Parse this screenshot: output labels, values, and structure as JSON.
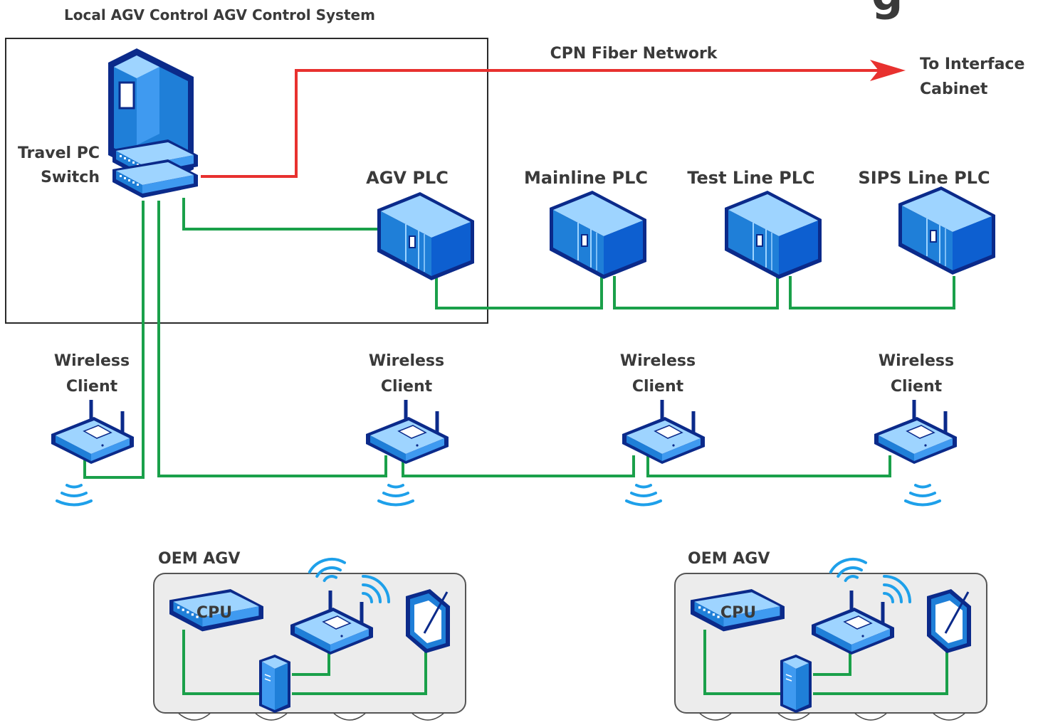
{
  "header": {
    "title": "Local AGV Control AGV Control System",
    "corner_fragment": "g"
  },
  "network": {
    "fiber_label": "CPN Fiber Network",
    "destination_line1": "To Interface",
    "destination_line2": "Cabinet"
  },
  "nodes": {
    "travel_pc_line1": "Travel PC",
    "travel_pc_line2": "Switch",
    "agv_plc": "AGV PLC",
    "mainline_plc": "Mainline PLC",
    "test_line_plc": "Test Line PLC",
    "sips_line_plc": "SIPS Line PLC"
  },
  "wireless_clients": [
    {
      "line1": "Wireless",
      "line2": "Client"
    },
    {
      "line1": "Wireless",
      "line2": "Client"
    },
    {
      "line1": "Wireless",
      "line2": "Client"
    },
    {
      "line1": "Wireless",
      "line2": "Client"
    }
  ],
  "agvs": [
    {
      "title": "OEM AGV",
      "cpu_label": "CPU"
    },
    {
      "title": "OEM AGV",
      "cpu_label": "CPU"
    }
  ],
  "colors": {
    "fiber": "#e8312f",
    "ethernet": "#1aa04a",
    "device_dark": "#0b2a8a",
    "device_mid": "#1f7fd8",
    "device_light": "#9ed4ff",
    "wifi": "#1ea0ea",
    "agv_body": "#ececec"
  }
}
